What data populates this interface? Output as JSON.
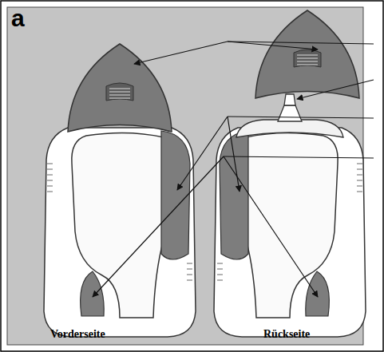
{
  "diagram": {
    "labels": [
      "a",
      "Vorderseite",
      "Rückseite"
    ]
  }
}
